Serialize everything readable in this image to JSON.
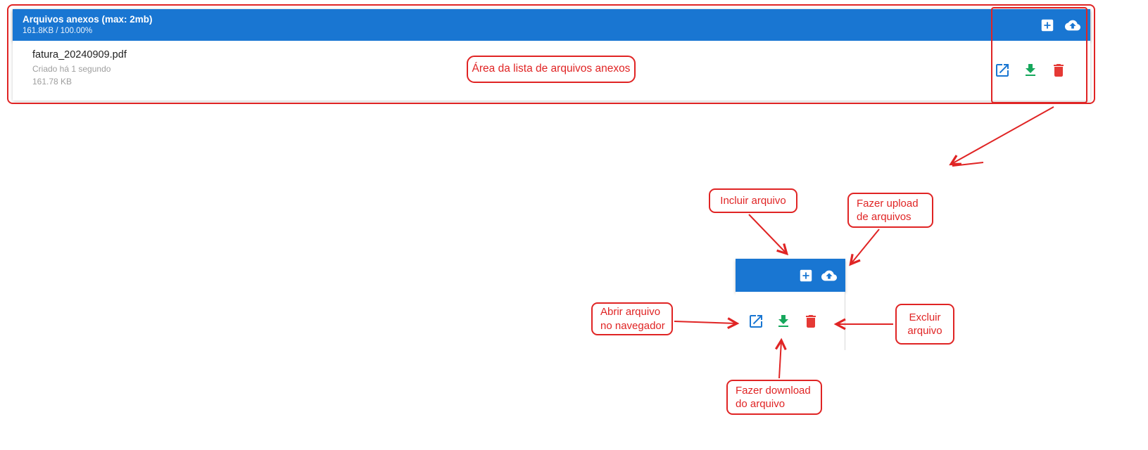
{
  "attachments_panel": {
    "header": {
      "title": "Arquivos anexos (max: 2mb)",
      "usage": "161.8KB / 100.00%"
    },
    "file": {
      "name": "fatura_20240909.pdf",
      "created": "Criado há 1 segundo",
      "size": "161.78 KB"
    }
  },
  "annotations": {
    "list_area": "Área da lista de arquivos anexos",
    "include_file": "Incluir arquivo",
    "upload_files": "Fazer upload\nde arquivos",
    "open_in_browser": "Abrir arquivo\nno navegador",
    "delete_file": "Excluir\narquivo",
    "download_file": "Fazer download\ndo arquivo"
  },
  "colors": {
    "header_blue": "#1976d2",
    "annotation_red": "#e02424",
    "open_icon_blue": "#1976d2",
    "download_icon_green": "#16a75c",
    "delete_icon_red": "#e53935",
    "icon_white": "#ffffff",
    "text_dark": "#212121",
    "text_gray": "#9e9e9e",
    "divider_gray": "#d9d9d9"
  }
}
